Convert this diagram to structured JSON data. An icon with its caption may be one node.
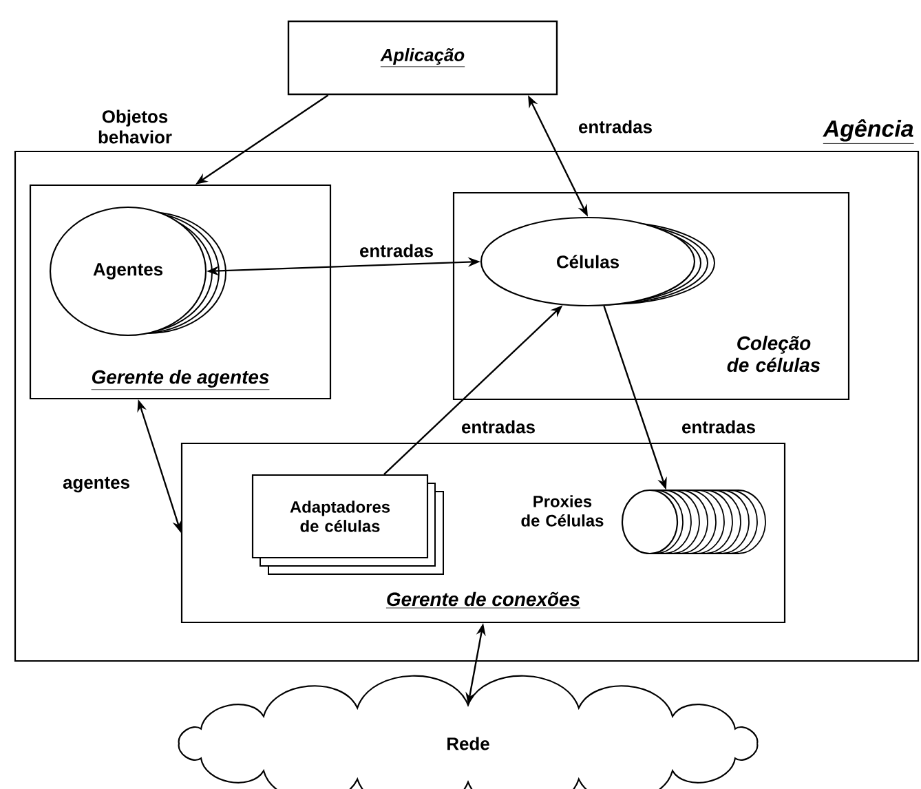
{
  "diagram": {
    "nodes": [
      {
        "text": [
          "Aplicação"
        ]
      },
      {
        "text": [
          "Agência"
        ]
      },
      {
        "text": [
          "Gerente de agentes"
        ],
        "in": 1
      },
      {
        "text": [
          "Agentes"
        ],
        "in": 2
      },
      {
        "text": [
          "Coleção de células"
        ],
        "in": 1
      },
      {
        "text": [
          "Células"
        ],
        "in": 4
      },
      {
        "text": [
          "Gerente de conexões"
        ],
        "in": 1
      },
      {
        "text": [
          "Adaptadores de células"
        ],
        "in": 6
      },
      {
        "text": [],
        "shape": "cylinder",
        "beside": [
          "Proxies de Células"
        ],
        "in": 6
      },
      {
        "text": [
          "Rede"
        ]
      }
    ],
    "edges": [
      {
        "from": 0,
        "to": 2,
        "arrow": "to",
        "label": "Objetos behavior"
      },
      {
        "from": 0,
        "to": 5,
        "arrow": "both",
        "label": "entradas"
      },
      {
        "from": 3,
        "to": 5,
        "arrow": "both",
        "label": "entradas"
      },
      {
        "from": 7,
        "to": 5,
        "arrow": "to",
        "label": "entradas"
      },
      {
        "from": 5,
        "to": 8,
        "arrow": "to",
        "label": "entradas"
      },
      {
        "from": 2,
        "to": 6,
        "arrow": "both",
        "label": "agentes"
      },
      {
        "from": 6,
        "to": 9,
        "arrow": "both"
      }
    ]
  }
}
